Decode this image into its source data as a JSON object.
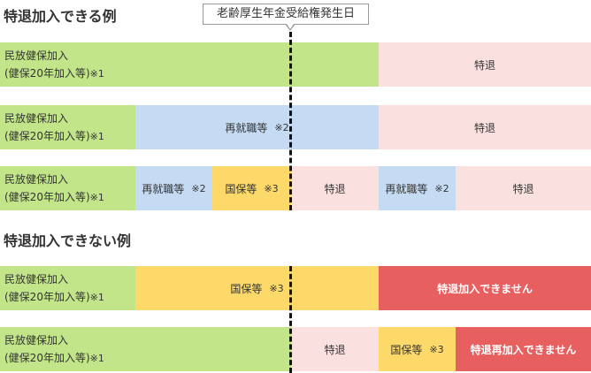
{
  "headings": {
    "possible": "特退加入できる例",
    "impossible": "特退加入できない例"
  },
  "callout": "老齢厚生年金受給権発生日",
  "base_label": {
    "line1": "民放健保加入",
    "line2": "(健保20年加入等)",
    "note": "※1"
  },
  "labels": {
    "tokutai": "特退",
    "saishushoku": "再就職等",
    "kokuho": "国保等",
    "cannot_join": "特退加入できません",
    "cannot_rejoin": "特退再加入できません"
  },
  "notes": {
    "n2": "※2",
    "n3": "※3"
  },
  "colors": {
    "health_insurance": "#c3e58a",
    "tokutai": "#fbe0e0",
    "reemployment": "#c5dbf3",
    "national_insurance": "#fdd96a",
    "not_allowed": "#e85f5f"
  }
}
